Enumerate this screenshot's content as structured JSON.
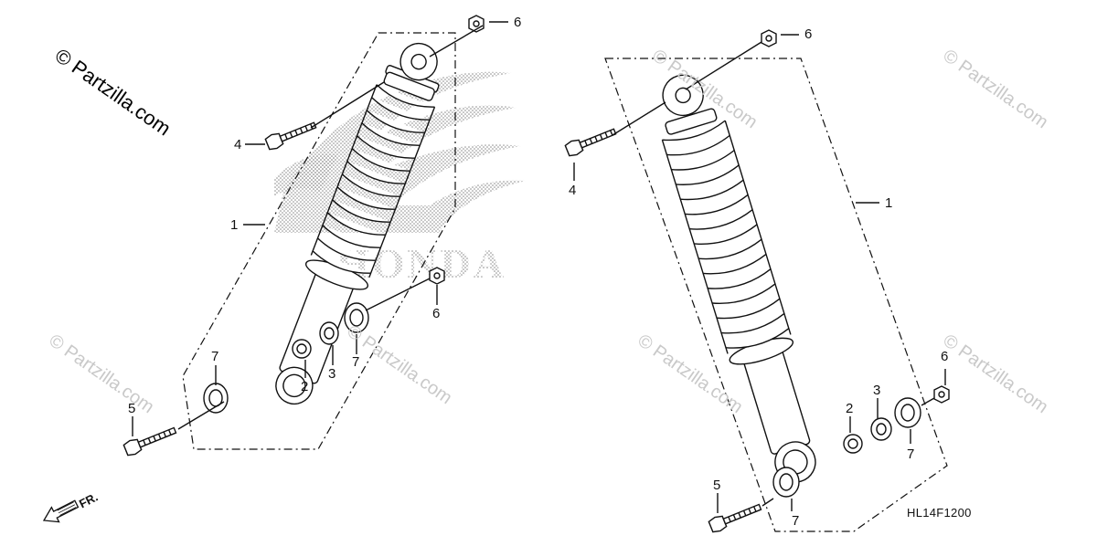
{
  "watermark": {
    "main": "© Partzilla.com",
    "repeat": "© Partzilla.com"
  },
  "brand_text": "HONDA",
  "diagram_code": "HL14F1200",
  "direction_label": "FR.",
  "callouts": {
    "left": [
      "6",
      "4",
      "1",
      "6",
      "7",
      "3",
      "2",
      "7",
      "5"
    ],
    "right": [
      "6",
      "4",
      "1",
      "6",
      "3",
      "2",
      "7",
      "7",
      "5"
    ]
  },
  "colors": {
    "line": "#111111",
    "watermark": "#c9c9c9",
    "logo_dots": "#9a9a9a"
  }
}
